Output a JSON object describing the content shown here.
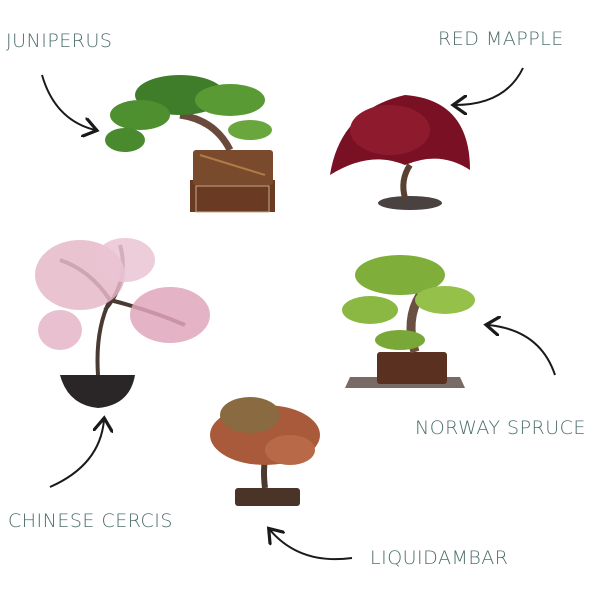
{
  "labels": {
    "juniperus": "JUNIPERUS",
    "red_mapple": "RED MAPPLE",
    "chinese_cercis": "CHINESE CERCIS",
    "norway_spruce": "NORWAY SPRUCE",
    "liquidambar": "LIQUIDAMBAR"
  },
  "colors": {
    "label": "#4d6e6c",
    "arrow": "#1a1a1a"
  }
}
